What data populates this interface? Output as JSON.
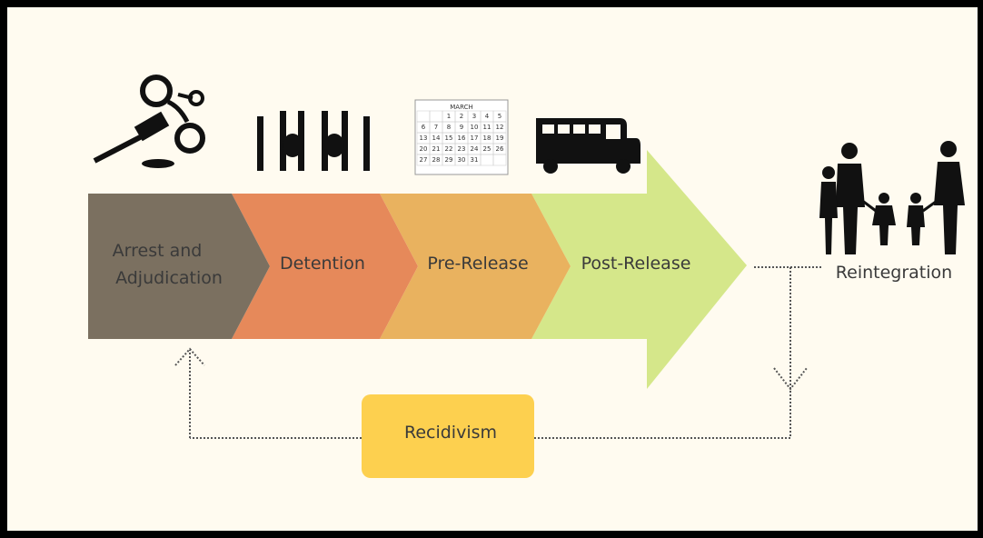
{
  "stages": [
    {
      "label_line1": "Arrest and",
      "label_line2": "Adjudication",
      "color": "#7b7060",
      "icon": "gavel-and-handcuffs-icon"
    },
    {
      "label": "Detention",
      "color": "#e6895a",
      "icon": "jail-bars-icon"
    },
    {
      "label": "Pre-Release",
      "color": "#e9b25f",
      "icon": "calendar-icon"
    },
    {
      "label": "Post-Release",
      "color": "#d5e78a",
      "icon": "bus-icon"
    }
  ],
  "reintegration": {
    "label": "Reintegration",
    "icon": "family-silhouette-icon"
  },
  "recidivism": {
    "label": "Recidivism",
    "color": "#fdd04f"
  },
  "calendar": {
    "header": "MARCH",
    "rows": [
      [
        "",
        "",
        "1",
        "2",
        "3",
        "4",
        "5"
      ],
      [
        "6",
        "7",
        "8",
        "9",
        "10",
        "11",
        "12"
      ],
      [
        "13",
        "14",
        "15",
        "16",
        "17",
        "18",
        "19"
      ],
      [
        "20",
        "21",
        "22",
        "23",
        "24",
        "25",
        "26"
      ],
      [
        "27",
        "28",
        "29",
        "30",
        "31",
        "",
        ""
      ]
    ]
  }
}
